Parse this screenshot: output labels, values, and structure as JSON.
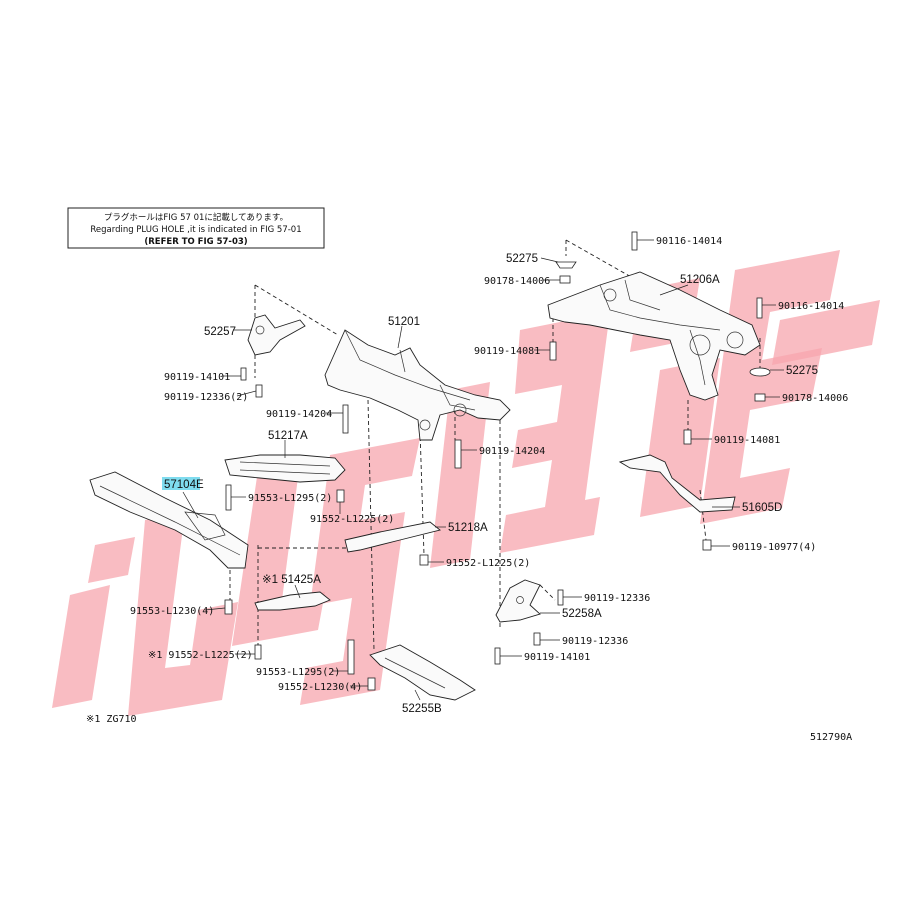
{
  "note": {
    "line_jp": "プラグホールはFIG 57 01に記載してあります。",
    "line_en": "Regarding PLUG HOLE ,it is indicated in FIG 57-01",
    "line_ref": "(REFER TO FIG 57-03)"
  },
  "labels": {
    "l_90116_14014_top": "90116-14014",
    "l_52275_top": "52275",
    "l_90178_14006_top": "90178-14006",
    "l_51206A": "51206A",
    "l_90116_14014_right": "90116-14014",
    "l_90119_14081_left": "90119-14081",
    "l_52275_right": "52275",
    "l_90178_14006_right": "90178-14006",
    "l_90119_14081_right": "90119-14081",
    "l_52257": "52257",
    "l_51201": "51201",
    "l_90119_14101_left": "90119-14101",
    "l_90119_12336_2_left": "90119-12336(2)",
    "l_90119_14204_left": "90119-14204",
    "l_90119_14204_right": "90119-14204",
    "l_51217A": "51217A",
    "l_57104E": "57104E",
    "l_91553_L1295_2_mid": "91553-L1295(2)",
    "l_91552_L1225_2_mid": "91552-L1225(2)",
    "l_51218A": "51218A",
    "l_91552_L1225_2_right": "91552-L1225(2)",
    "l_51605D": "51605D",
    "l_90119_10977_4": "90119-10977(4)",
    "l_51425A": "※1 51425A",
    "l_90119_12336_r1": "90119-12336",
    "l_52258A": "52258A",
    "l_90119_12336_r2": "90119-12336",
    "l_90119_14101_right": "90119-14101",
    "l_91553_L1230_4": "91553-L1230(4)",
    "l_91552_L1225_2_left": "※1 91552-L1225(2)",
    "l_91553_L1295_2_bottom": "91553-L1295(2)",
    "l_91552_L1230_4": "91552-L1230(4)",
    "l_52255B": "52255B",
    "footnote": "※1 ZG710",
    "figure_id": "512790A"
  },
  "colors": {
    "highlight": "#7fdcef",
    "watermark": "#f7a5ad",
    "line": "#222222"
  }
}
